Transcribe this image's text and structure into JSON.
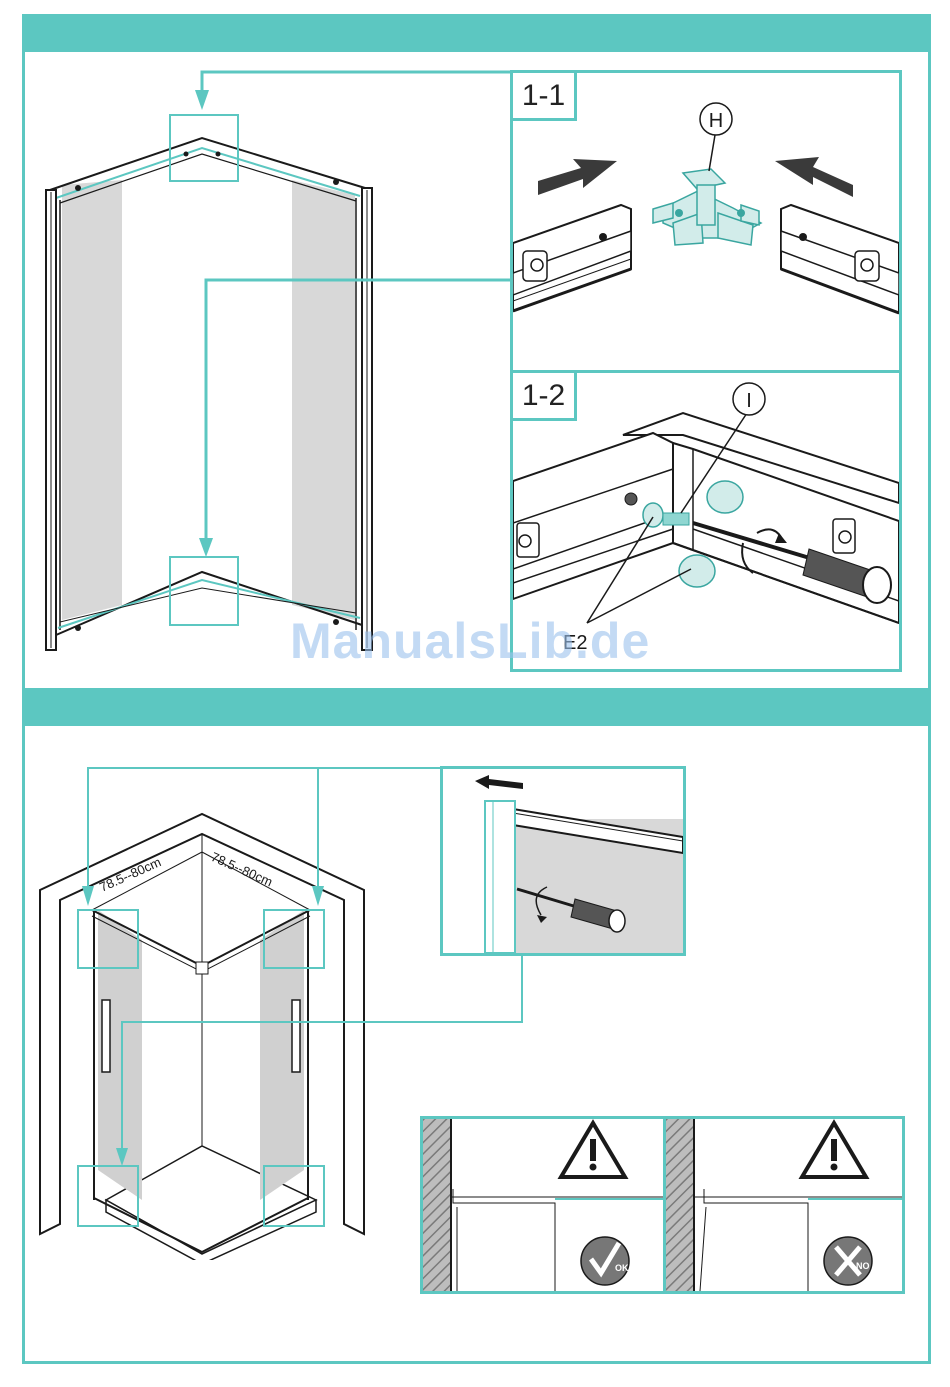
{
  "panel1": {
    "step_1_1": "1-1",
    "step_1_2": "1-2",
    "label_h": "H",
    "label_i": "I",
    "label_e2": "E2"
  },
  "panel2": {
    "dim_left": "78.5--80cm",
    "dim_right": "78.5--80cm",
    "badge_ok": "OK",
    "badge_no": "NO"
  },
  "watermark": "ManualsLib.de",
  "colors": {
    "accent": "#5cc7c1",
    "glass": "#d8d8d8",
    "line": "#1a1a1a"
  }
}
